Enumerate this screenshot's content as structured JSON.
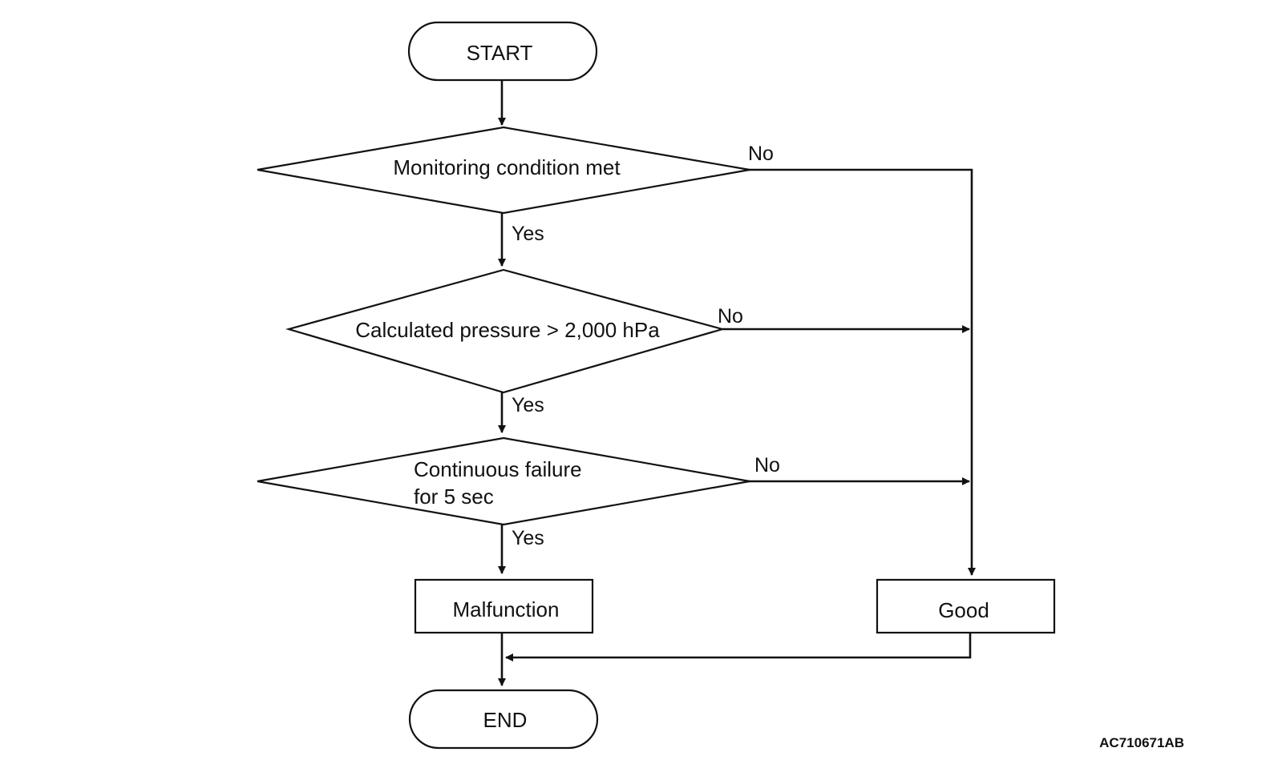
{
  "nodes": {
    "start": "START",
    "decision_monitoring": "Monitoring condition met",
    "decision_pressure": "Calculated pressure > 2,000 hPa",
    "decision_continuous_line1": "Continuous failure",
    "decision_continuous_line2": "for 5 sec",
    "malfunction": "Malfunction",
    "good": "Good",
    "end": "END"
  },
  "edges": {
    "monitoring_yes": "Yes",
    "monitoring_no": "No",
    "pressure_yes": "Yes",
    "pressure_no": "No",
    "continuous_yes": "Yes",
    "continuous_no": "No"
  },
  "figure_code": "AC710671AB",
  "colors": {
    "line": "#111111",
    "background": "#ffffff"
  }
}
